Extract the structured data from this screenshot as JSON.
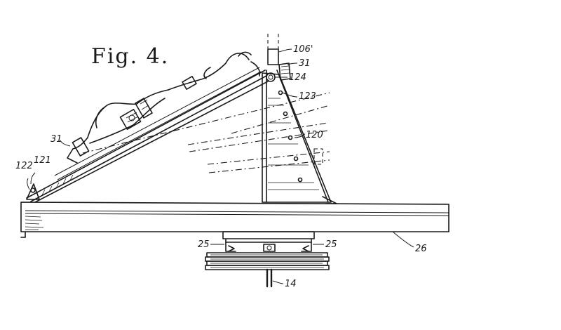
{
  "figure": {
    "title": "Fig. 4."
  },
  "labels": {
    "ref_106": "106'",
    "ref_31_top": "31",
    "ref_124": "124",
    "ref_123": "123",
    "ref_120": "120",
    "ref_31_left": "31",
    "ref_122": "122",
    "ref_121": "121",
    "ref_25_left": "25",
    "ref_25_right": "25",
    "ref_26": "26",
    "ref_14": "14"
  }
}
